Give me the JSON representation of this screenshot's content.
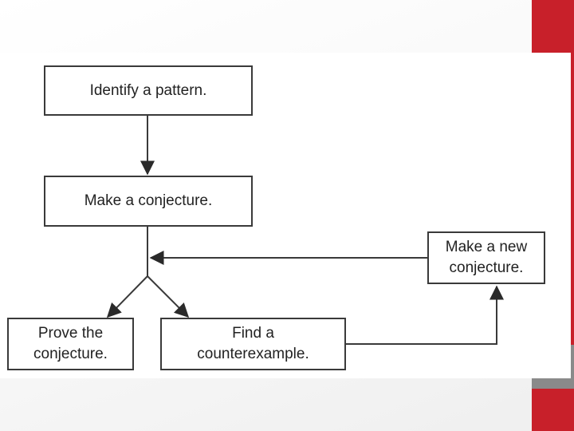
{
  "nodes": {
    "identify": "Identify a pattern.",
    "conjecture": "Make a conjecture.",
    "new_conjecture": "Make a new\nconjecture.",
    "prove": "Prove the\nconjecture.",
    "counterexample": "Find a\ncounterexample."
  },
  "colors": {
    "accent": "#c8202a",
    "accent_gray": "#8a8a8a",
    "line": "#3a3a3a"
  }
}
